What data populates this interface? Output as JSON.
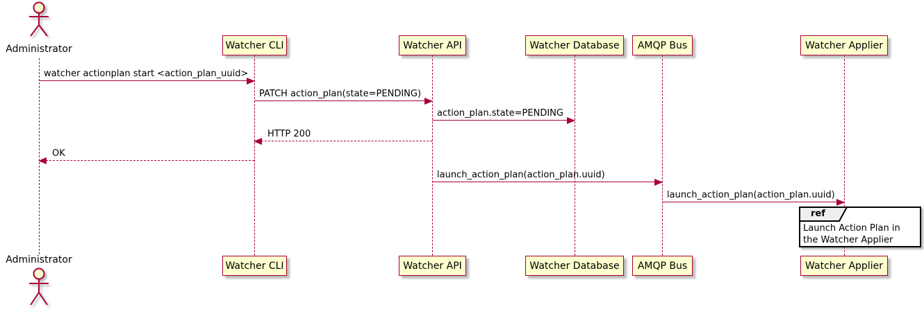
{
  "diagram_type": "sequence",
  "colors": {
    "accent": "#A80036",
    "participant_fill": "#FEFECE",
    "ref_tab_fill": "#EEEEEE",
    "text": "#000000",
    "background": "#FFFFFF"
  },
  "actors": [
    {
      "name": "Administrator"
    }
  ],
  "participants": [
    {
      "label": "Watcher CLI"
    },
    {
      "label": "Watcher API"
    },
    {
      "label": "Watcher Database"
    },
    {
      "label": "AMQP Bus"
    },
    {
      "label": "Watcher Applier"
    }
  ],
  "messages": [
    {
      "label": "watcher actionplan start <action_plan_uuid>",
      "from": "Administrator",
      "to": "Watcher CLI",
      "line": "solid",
      "direction": "right"
    },
    {
      "label": "PATCH action_plan(state=PENDING)",
      "from": "Watcher CLI",
      "to": "Watcher API",
      "line": "solid",
      "direction": "right"
    },
    {
      "label": "action_plan.state=PENDING",
      "from": "Watcher API",
      "to": "Watcher Database",
      "line": "solid",
      "direction": "right"
    },
    {
      "label": "HTTP 200",
      "from": "Watcher API",
      "to": "Watcher CLI",
      "line": "dashed",
      "direction": "left"
    },
    {
      "label": "OK",
      "from": "Watcher CLI",
      "to": "Administrator",
      "line": "dashed",
      "direction": "left"
    },
    {
      "label": "launch_action_plan(action_plan.uuid)",
      "from": "Watcher API",
      "to": "AMQP Bus",
      "line": "solid",
      "direction": "right"
    },
    {
      "label": "launch_action_plan(action_plan.uuid)",
      "from": "AMQP Bus",
      "to": "Watcher Applier",
      "line": "solid",
      "direction": "right"
    }
  ],
  "ref": {
    "keyword": "ref",
    "text": "Launch Action Plan in the Watcher Applier",
    "over": "Watcher Applier"
  }
}
